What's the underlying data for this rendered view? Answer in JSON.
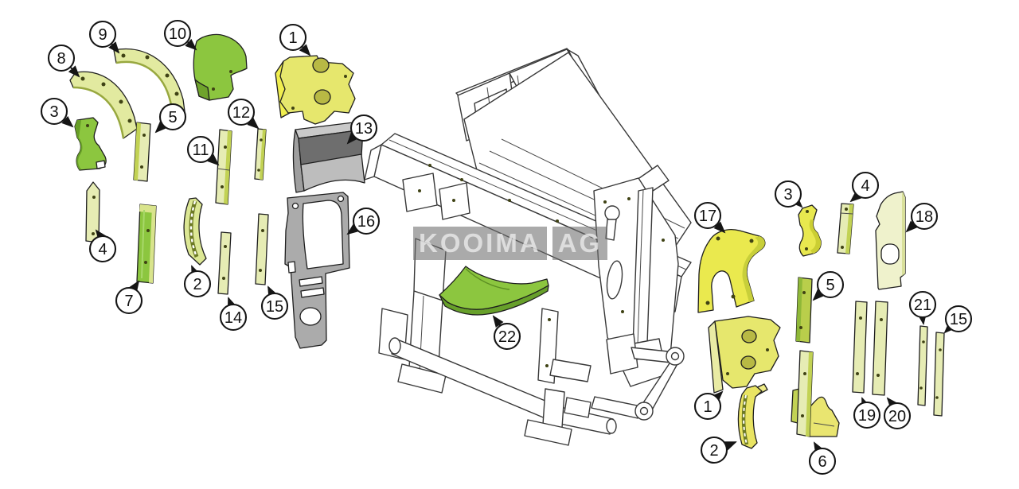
{
  "watermark": {
    "word1": "KOOIMA",
    "word2": "AG"
  },
  "colors": {
    "bright_green": "#8CC63F",
    "dark_green": "#679E27",
    "mid_green": "#C2D254",
    "pale_green": "#E6ECB4",
    "paler_green": "#EFF2CC",
    "yellow_plate": "#E6E76D",
    "bright_yellow": "#F0EE4F",
    "gray_light": "#BDBDBD",
    "gray_mid": "#9E9E9E",
    "gray_dark": "#6E6E6E",
    "outline": "#1E1E1E",
    "watermark_block": "rgba(108,108,108,0.58)"
  },
  "callouts": [
    {
      "group": "left",
      "label": "8"
    },
    {
      "group": "left",
      "label": "9"
    },
    {
      "group": "left",
      "label": "10"
    },
    {
      "group": "left",
      "label": "1"
    },
    {
      "group": "left",
      "label": "3"
    },
    {
      "group": "left",
      "label": "5"
    },
    {
      "group": "left",
      "label": "11"
    },
    {
      "group": "left",
      "label": "12"
    },
    {
      "group": "left",
      "label": "13"
    },
    {
      "group": "left",
      "label": "4"
    },
    {
      "group": "left",
      "label": "7"
    },
    {
      "group": "left",
      "label": "2"
    },
    {
      "group": "left",
      "label": "14"
    },
    {
      "group": "left",
      "label": "15"
    },
    {
      "group": "left",
      "label": "16"
    },
    {
      "group": "center",
      "label": "22"
    },
    {
      "group": "right",
      "label": "17"
    },
    {
      "group": "right",
      "label": "3"
    },
    {
      "group": "right",
      "label": "4"
    },
    {
      "group": "right",
      "label": "18"
    },
    {
      "group": "right",
      "label": "5"
    },
    {
      "group": "right",
      "label": "21"
    },
    {
      "group": "right",
      "label": "15"
    },
    {
      "group": "right",
      "label": "1"
    },
    {
      "group": "right",
      "label": "2"
    },
    {
      "group": "right",
      "label": "6"
    },
    {
      "group": "right",
      "label": "19"
    },
    {
      "group": "right",
      "label": "20"
    }
  ]
}
